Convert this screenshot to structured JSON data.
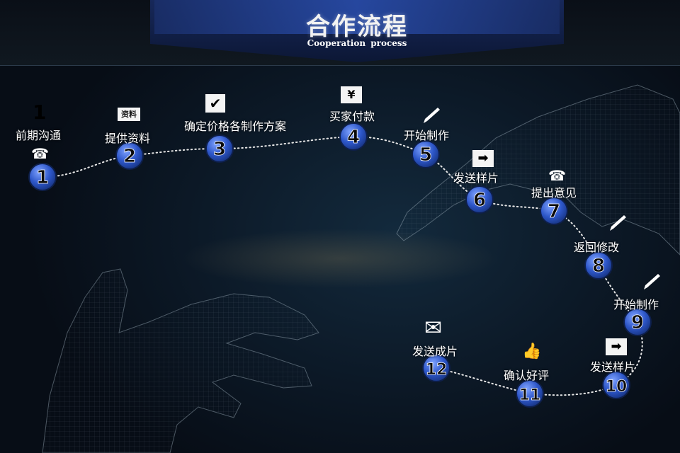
{
  "header": {
    "title": "合作流程",
    "subtitle": "Cooperation process"
  },
  "steps": [
    {
      "num": "1",
      "label": "前期沟通",
      "icon": "telephone-icon"
    },
    {
      "num": "2",
      "label": "提供资料",
      "icon": "document-icon",
      "icon_text": "资料"
    },
    {
      "num": "3",
      "label": "确定价格各制作方案",
      "icon": "checkmark-icon"
    },
    {
      "num": "4",
      "label": "买家付款",
      "icon": "yen-icon",
      "icon_text": "¥"
    },
    {
      "num": "5",
      "label": "开始制作",
      "icon": "pen-icon"
    },
    {
      "num": "6",
      "label": "发送样片",
      "icon": "arrow-right-icon"
    },
    {
      "num": "7",
      "label": "提出意见",
      "icon": "telephone-icon"
    },
    {
      "num": "8",
      "label": "返回修改",
      "icon": "pen-icon"
    },
    {
      "num": "9",
      "label": "开始制作",
      "icon": "pen-icon"
    },
    {
      "num": "10",
      "label": "发送样片",
      "icon": "arrow-right-icon"
    },
    {
      "num": "11",
      "label": "确认好评",
      "icon": "thumbs-up-icon"
    },
    {
      "num": "12",
      "label": "发送成片",
      "icon": "envelope-icon"
    }
  ],
  "top_left_mark": "1",
  "colors": {
    "background": "#0b1622",
    "banner": "#1d3d8a",
    "circle": "#2d56c8",
    "path": "#e6e6e6"
  }
}
